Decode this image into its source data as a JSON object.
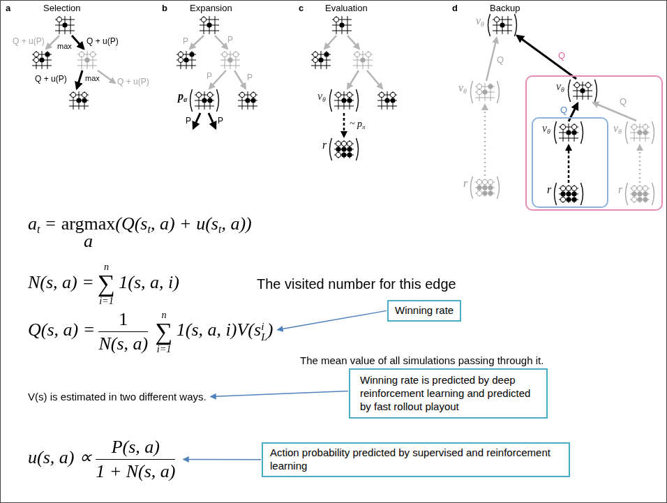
{
  "diagram": {
    "nodes": [
      {
        "text": [
          "v",
          "θ",
          "Q",
          "Q",
          "v",
          "θ",
          "r"
        ]
      },
      {
        "text": [
          "v",
          "θ",
          "r"
        ],
        "in": 0
      },
      {
        "text": [
          "Winning rate"
        ]
      },
      {
        "text": [
          "Winning rate is predicted by deep reinforcement learning and predicted by fast rollout playout"
        ]
      },
      {
        "text": [
          "Action probability predicted by supervised and reinforcement learning"
        ]
      }
    ],
    "labels": [
      "a",
      "Selection",
      "b",
      "Expansion",
      "c",
      "Evaluation",
      "d",
      "Backup",
      "Q + u(P)",
      "max",
      "Q + u(P)",
      "Q + u(P)",
      "max",
      "Q + u(P)",
      "P",
      "P",
      "P",
      "P",
      "p",
      "σ",
      "P",
      "P",
      "v",
      "θ",
      "~ p",
      "π",
      "r",
      "v",
      "θ",
      "Q",
      "Q",
      "v",
      "θ",
      "r",
      "a",
      "t",
      "=",
      "argmax",
      "(Q(s",
      "t",
      ", a) + u(s",
      "t",
      ", a))",
      "a",
      "N(s, a) =",
      "∑",
      "n",
      "i=1",
      "1(s, a, i)",
      "The visited number for this edge",
      "Q(s, a) =",
      "1",
      "N(s, a)",
      "∑",
      "n",
      "i=1",
      "1(s, a, i)V(s",
      "L",
      "i",
      ")",
      "The mean value of all simulations passing through it.",
      "V(s) is estimated in two different ways.",
      "u(s, a) ∝",
      "P(s, a)",
      "1 + N(s, a)"
    ]
  }
}
